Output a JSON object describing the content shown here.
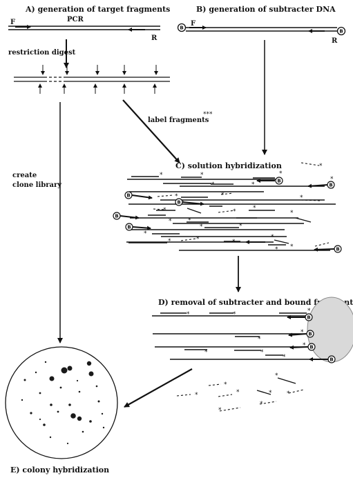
{
  "panels": {
    "a_title": "A) generation of target fragments",
    "b_title": "B) generation of subtracter DNA",
    "c_title": "C) solution hybridization",
    "d_title": "D) removal of subtracter  and  bound fragments",
    "e_title": "E) colony hybridization"
  },
  "labels": {
    "pcr": "PCR",
    "forward": "F",
    "reverse": "R",
    "restriction_digest": "restriction digest",
    "label_fragments": "label fragments",
    "label_asterisks": "***",
    "create_line1": "create",
    "create_line2": "clone library"
  },
  "glyphs": {
    "label_marker": "*",
    "biotin_bead": "B"
  },
  "colors": {
    "ink": "#111111",
    "bead_fill": "#d9d9d9",
    "colony": "#1a1a1a"
  }
}
